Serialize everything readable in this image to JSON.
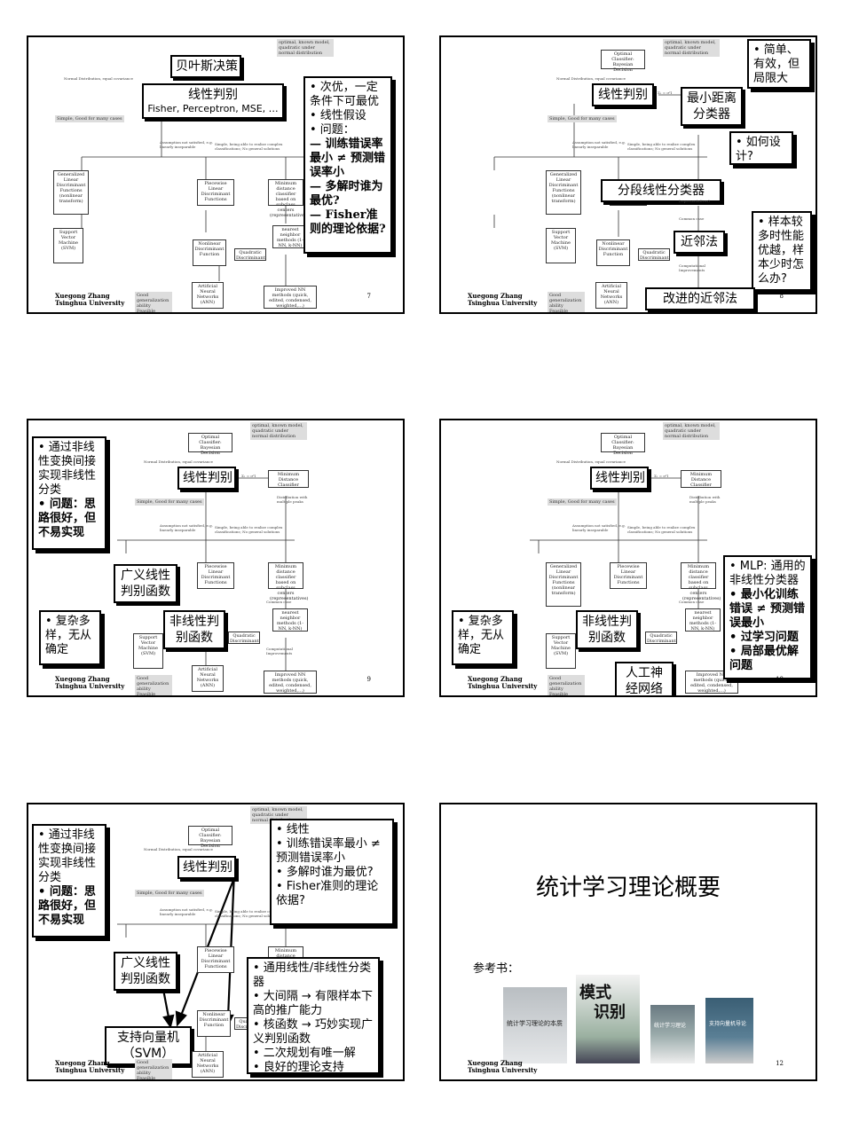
{
  "footer": {
    "author": "Xuegong Zhang",
    "affiliation": "Tsinghua University"
  },
  "diagram": {
    "bayes_note": "optimal, known model, quadratic under normal distribution",
    "optimal": "Optimal Classifier: Bayesian Decision",
    "normal_dist": "Normal Distribution, equal covariance",
    "linear_eq": "Σ₁ = σ²I",
    "min_dist": "Minimum Distance Classifier",
    "dist_multi": "Distribution with multiple peaks",
    "simple": "Simple, Good for many cases",
    "assump": "Assumption not satisfied, e.g. linearly inseparable",
    "piecewise_note": "Simple, being able to realize complex classifications; No general solutions",
    "gld": "Generalized Linear Discriminant Functions (nonlinear transform)",
    "pld": "Piecewise Linear Discriminant Functions",
    "mdsub": "Minimum distance classifier based on subclass centers (representatives)",
    "common": "Common case",
    "nn": "nearest neighbor methods (1-NN, k-NN)",
    "svm": "Support Vector Machine (SVM)",
    "nld": "Nonlinear Discriminant Function",
    "qd": "Quadratic Discriminant",
    "comp": "Computational Improvements",
    "good": "Good generalization ability Feasible computation",
    "ann": "Artificial Neural Networks (ANN)",
    "improved": "Improved NN methods (quick, edited, condensed, weighted,...)"
  },
  "slide7": {
    "page": "7",
    "bayes": "贝叶斯决策",
    "linear_line1": "线性判别",
    "linear_line2": "Fisher, Perceptron, MSE, …",
    "callout": [
      "• 次优，一定条件下可最优",
      "• 线性假设",
      "• 问题：",
      "— 训练错误率最小 ≠ 预测错误率小",
      "— 多解时谁为最优?",
      "— Fisher准则的理论依据?"
    ]
  },
  "slide8": {
    "page": "8",
    "linear": "线性判别",
    "mindist": "最小距离分类器",
    "c1": "• 简单、有效，但局限大",
    "c2": "• 如何设计?",
    "piecewise": "分段线性分类器",
    "nn": "近邻法",
    "c3": "• 样本较多时性能优越，样本少时怎么办?",
    "improved": "改进的近邻法"
  },
  "slide9": {
    "page": "9",
    "c1a": "• 通过非线性变换间接实现非线性分类",
    "c1b": "• 问题：思路很好，但不易实现",
    "linear": "线性判别",
    "gen": "广义线性判别函数",
    "c2": "• 复杂多样，无从确定",
    "nonlin": "非线性判别函数"
  },
  "slide10": {
    "page": "10",
    "linear": "线性判别",
    "c1": "• 复杂多样，无从确定",
    "nonlin": "非线性判别函数",
    "ann": "人工神经网络",
    "c2a": "• MLP: 通用的非线性分类器",
    "c2b": "• 最小化训练错误 ≠ 预测错误最小",
    "c2c": "• 过学习问题",
    "c2d": "• 局部最优解问题"
  },
  "slide11": {
    "c1a": "• 通过非线性变换间接实现非线性分类",
    "c1b": "• 问题：思路很好，但不易实现",
    "linear": "线性判别",
    "c2": [
      "• 线性",
      "• 训练错误率最小 ≠ 预测错误率小",
      "• 多解时谁为最优?",
      "• Fisher准则的理论依据?"
    ],
    "gen": "广义线性判别函数",
    "c3": [
      "• 通用线性/非线性分类器",
      "• 大间隔 → 有限样本下高的推广能力",
      "• 核函数 → 巧妙实现广义判别函数",
      "• 二次规划有唯一解",
      "• 良好的理论支持"
    ],
    "svm": "支持向量机（SVM）"
  },
  "slide12": {
    "page": "12",
    "title": "统计学习理论概要",
    "ref": "参考书：",
    "book1": "统计学习理论的本质",
    "book2a": "模式",
    "book2b": "识别",
    "book3": "统计学习理论",
    "book4": "支持向量机导论"
  }
}
